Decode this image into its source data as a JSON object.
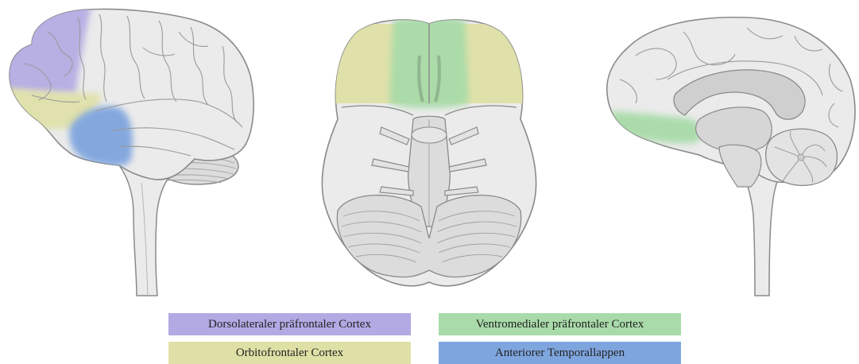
{
  "legend": {
    "dlpfc": {
      "label": "Dorsolateraler präfrontaler Cortex",
      "color": "#b3a9e3"
    },
    "ofc": {
      "label": "Orbitofrontaler Cortex",
      "color": "#dfe0a6"
    },
    "vmpfc": {
      "label": "Ventromedialer präfrontaler Cortex",
      "color": "#a8dba9"
    },
    "atl": {
      "label": "Anteriorer Temporallappen",
      "color": "#7fa5de"
    }
  },
  "colors": {
    "brain_fill": "#ebebeb",
    "brain_stroke": "#8a8a8a",
    "gyri_stroke": "#9a9a9a",
    "deep_fill": "#cfcfcf",
    "background": "#ffffff"
  }
}
